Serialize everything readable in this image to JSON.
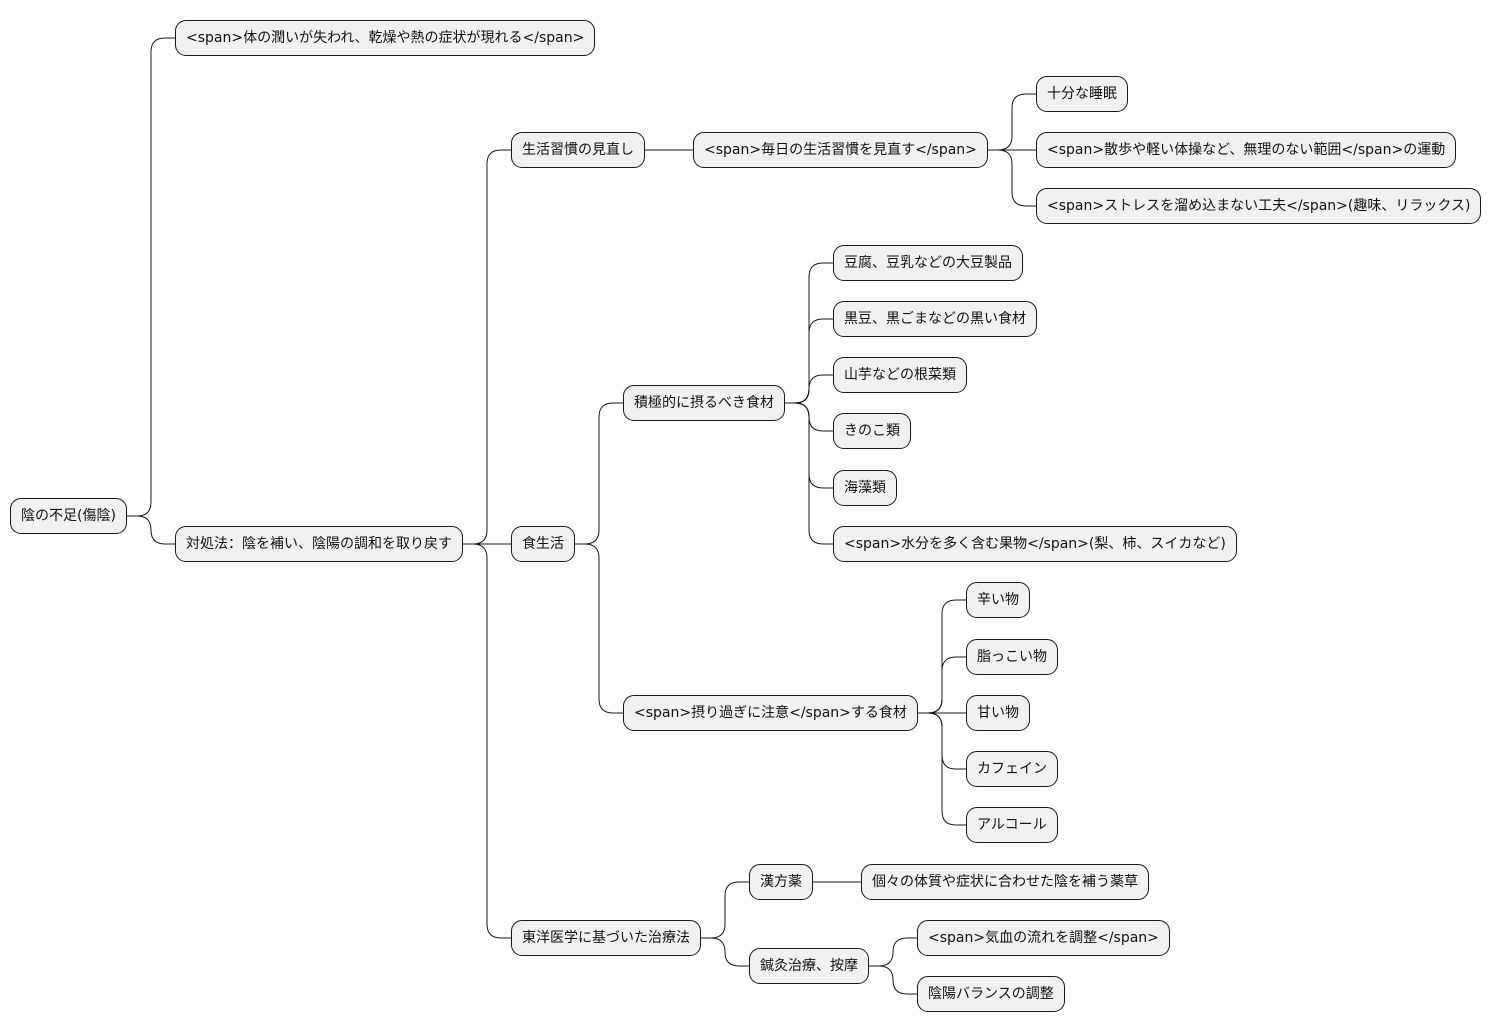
{
  "mindmap": {
    "root": "陰の不足(傷陰)",
    "symptom": "<span>体の潤いが失われ、乾燥や熱の症状が現れる</span>",
    "countermeasure": "対処法：陰を補い、陰陽の調和を取り戻す",
    "lifestyle": {
      "label": "生活習慣の見直し",
      "daily": "<span>毎日の生活習慣を見直す</span>",
      "items": [
        "十分な睡眠",
        "<span>散歩や軽い体操など、無理のない範囲</span>の運動",
        "<span>ストレスを溜め込まない工夫</span>(趣味、リラックス)"
      ]
    },
    "diet": {
      "label": "食生活",
      "recommended": {
        "label": "積極的に摂るべき食材",
        "items": [
          "豆腐、豆乳などの大豆製品",
          "黒豆、黒ごまなどの黒い食材",
          "山芋などの根菜類",
          "きのこ類",
          "海藻類",
          "<span>水分を多く含む果物</span>(梨、柿、スイカなど)"
        ]
      },
      "caution": {
        "label": "<span>摂り過ぎに注意</span>する食材",
        "items": [
          "辛い物",
          "脂っこい物",
          "甘い物",
          "カフェイン",
          "アルコール"
        ]
      }
    },
    "eastern": {
      "label": "東洋医学に基づいた治療法",
      "kampo": {
        "label": "漢方薬",
        "item": "個々の体質や症状に合わせた陰を補う薬草"
      },
      "acupuncture": {
        "label": "鍼灸治療、按摩",
        "items": [
          "<span>気血の流れを調整</span>",
          "陰陽バランスの調整"
        ]
      }
    }
  }
}
